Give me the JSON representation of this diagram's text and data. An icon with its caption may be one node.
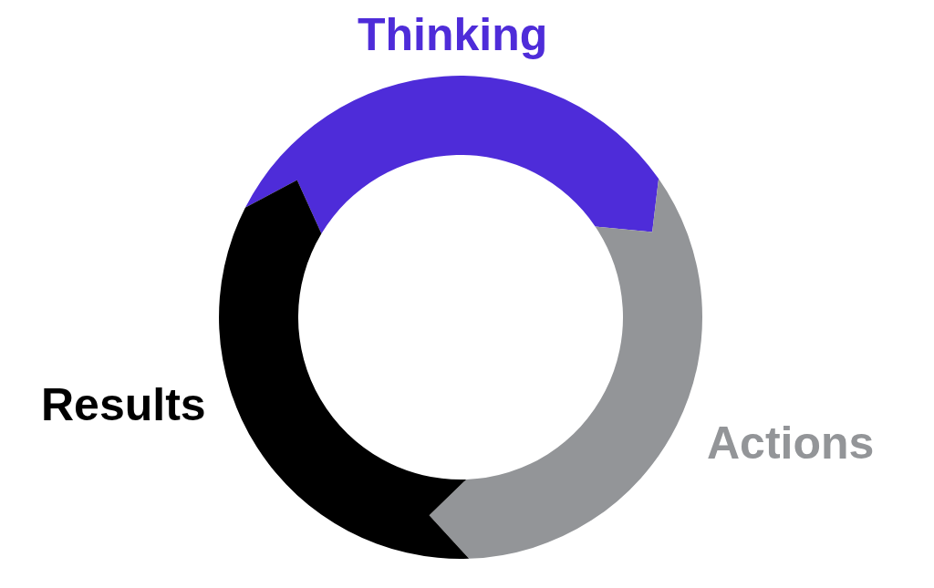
{
  "diagram": {
    "nodes": [
      {
        "text": [
          "Thinking"
        ]
      },
      {
        "text": [
          "Actions"
        ]
      },
      {
        "text": [
          "Results"
        ]
      }
    ]
  }
}
